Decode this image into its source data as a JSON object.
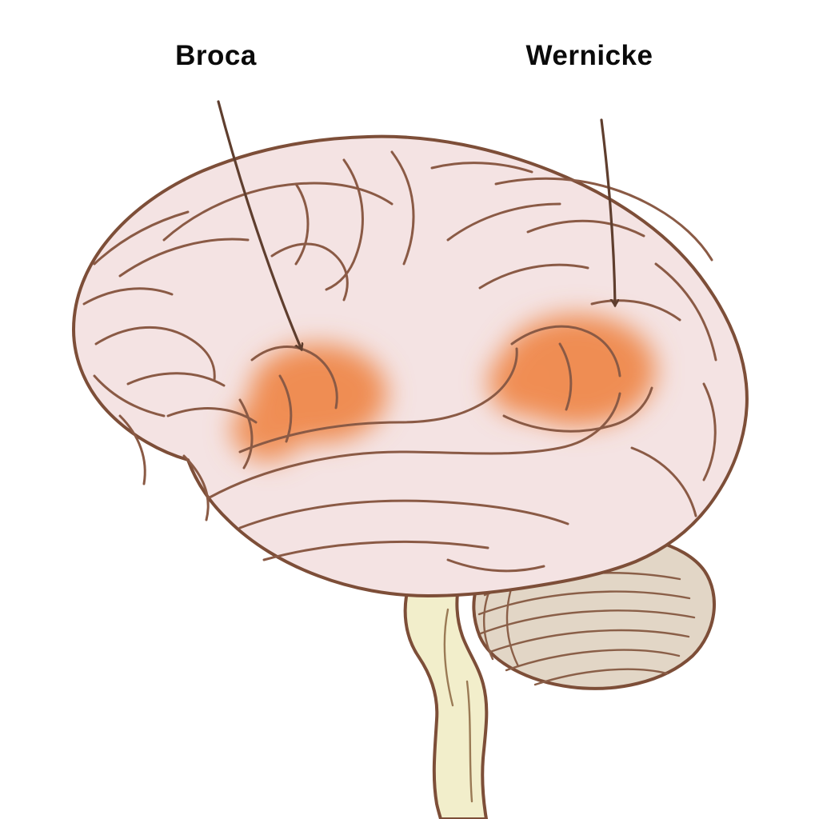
{
  "figure": {
    "kind": "brain-lateral-view-language-areas"
  },
  "labels": {
    "broca": "Broca",
    "wernicke": "Wernicke"
  },
  "colors": {
    "background": "#ffffff",
    "cortex_fill": "#f4e3e3",
    "outline_brown": "#7d4e38",
    "sulcus_brown": "#8a5a45",
    "highlight_orange": "#ef8d52",
    "cerebellum_fill": "#e2d6c6",
    "brainstem_fill": "#f2eecb",
    "arrow_brown": "#5f3e2e",
    "label_text": "#0a0a0a"
  }
}
